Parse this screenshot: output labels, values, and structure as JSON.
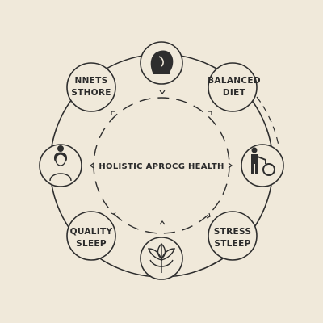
{
  "diagram": {
    "center_label": "HOLISTIC APROCG HEALTH",
    "nodes": [
      {
        "id": "top",
        "icon": "head-profile-icon",
        "label_lines": []
      },
      {
        "id": "balanced-diet",
        "icon": "",
        "label_lines": [
          "BALANCED",
          "DIET"
        ]
      },
      {
        "id": "right",
        "icon": "person-bicycle-icon",
        "label_lines": []
      },
      {
        "id": "stress-steep",
        "icon": "",
        "label_lines": [
          "STRESS",
          "STLEEP"
        ]
      },
      {
        "id": "bottom",
        "icon": "leaf-icon",
        "label_lines": []
      },
      {
        "id": "quality-sleep",
        "icon": "",
        "label_lines": [
          "QUALITY",
          "SLEEP"
        ]
      },
      {
        "id": "left",
        "icon": "woman-avatar-icon",
        "label_lines": []
      },
      {
        "id": "nnets-sthore",
        "icon": "",
        "label_lines": [
          "NNETS",
          "STHORE"
        ]
      }
    ],
    "colors": {
      "background": "#f0e9da",
      "ink": "#2e2e2e",
      "node_fill": "#f0e9da"
    }
  }
}
